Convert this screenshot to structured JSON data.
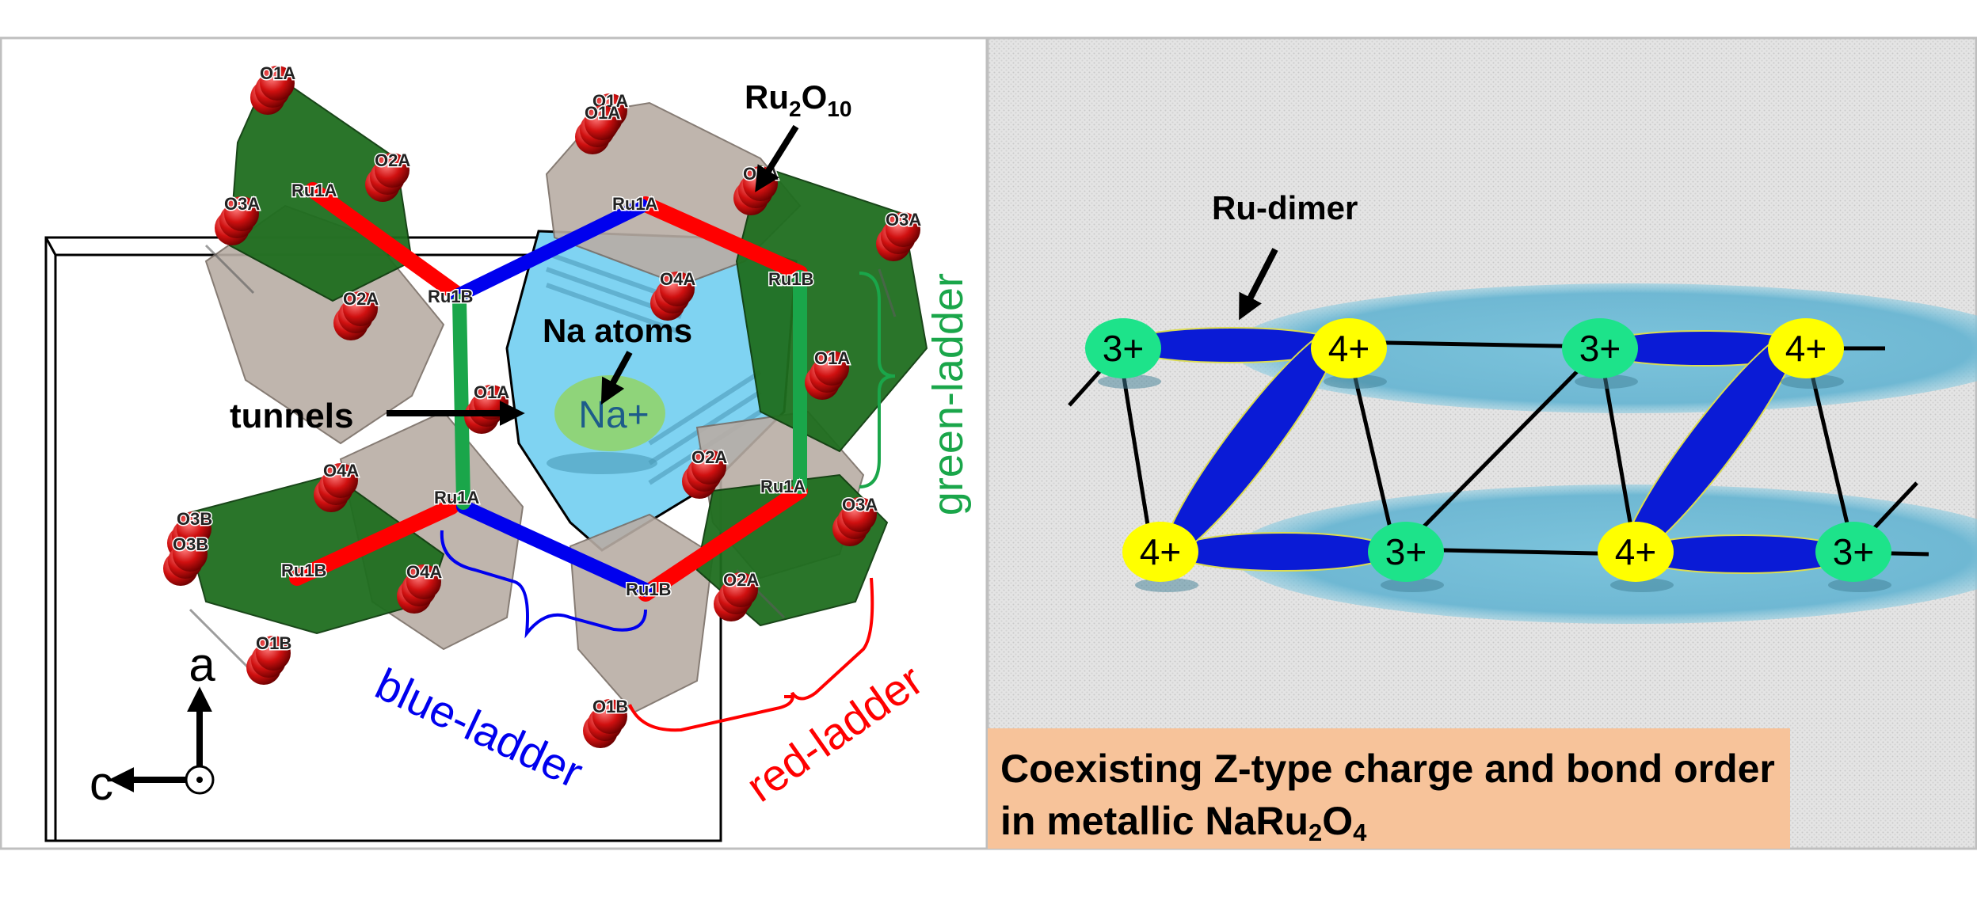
{
  "left_panel": {
    "labels": {
      "ru2o10": "Ru",
      "ru2o10_sub1": "2",
      "ru2o10_mid": "O",
      "ru2o10_sub2": "10",
      "na_atoms": "Na atoms",
      "na_plus": "Na+",
      "tunnels": "tunnels",
      "green_ladder": "green-ladder",
      "blue_ladder": "blue-ladder",
      "red_ladder": "red-ladder",
      "axis_a": "a",
      "axis_c": "c"
    },
    "atoms": [
      {
        "label": "O1A"
      },
      {
        "label": "O1A"
      },
      {
        "label": "O2A"
      },
      {
        "label": "O3A"
      },
      {
        "label": "O2A"
      },
      {
        "label": "O1A"
      },
      {
        "label": "O3A"
      },
      {
        "label": "O4A"
      },
      {
        "label": "O1A"
      },
      {
        "label": "O2A"
      },
      {
        "label": "O4A"
      },
      {
        "label": "O3B"
      },
      {
        "label": "O4A"
      },
      {
        "label": "O3A"
      },
      {
        "label": "O1B"
      },
      {
        "label": "O1B"
      },
      {
        "label": "O2A"
      },
      {
        "label": "O1A"
      },
      {
        "label": "O3B"
      },
      {
        "label": "O1A"
      }
    ],
    "ru_labels": [
      {
        "label": "Ru1A"
      },
      {
        "label": "Ru1A"
      },
      {
        "label": "Ru1B"
      },
      {
        "label": "Ru1B"
      },
      {
        "label": "Ru1A"
      },
      {
        "label": "Ru1A"
      },
      {
        "label": "Ru1B"
      },
      {
        "label": "Ru1B"
      }
    ],
    "colors": {
      "red_ladder": "#ff0000",
      "blue_ladder": "#0000ee",
      "green_ladder": "#1aa64a",
      "octahedron_green": "#1f6e1f",
      "octahedron_grey": "#b9ada5",
      "tunnel_blue": "#7fd3f2",
      "oxygen_red": "#d01010",
      "na_green": "#8fd47a"
    }
  },
  "right_panel": {
    "ru_dimer_label": "Ru-dimer",
    "top_row": [
      "3+",
      "4+",
      "3+",
      "4+"
    ],
    "bottom_row": [
      "4+",
      "3+",
      "4+",
      "3+"
    ],
    "colors": {
      "ru3_fill": "#1de38a",
      "ru4_fill": "#ffff00",
      "dimer_blue": "#0a1bd6",
      "layer_blue": "#6fb8d3"
    },
    "caption": {
      "line1": "Coexisting Z-type charge and bond order",
      "line2_prefix": "in metallic NaRu",
      "line2_sub1": "2",
      "line2_mid": "O",
      "line2_sub2": "4"
    }
  }
}
